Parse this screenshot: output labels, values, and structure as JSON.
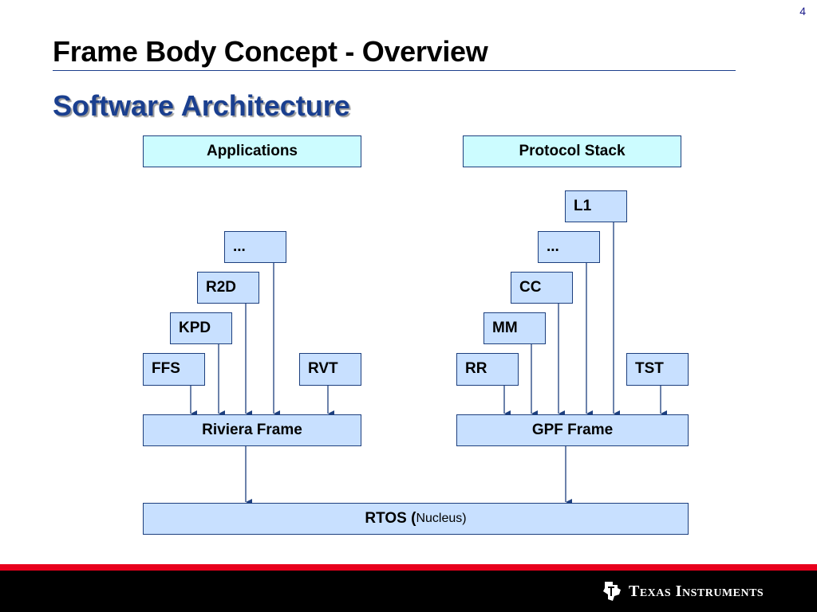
{
  "page_number": "4",
  "title": "Frame Body Concept - Overview",
  "subtitle": "Software Architecture",
  "diagram": {
    "applications_label": "Applications",
    "protocol_stack_label": "Protocol Stack",
    "left_modules": {
      "ellipsis": "...",
      "r2d": "R2D",
      "kpd": "KPD",
      "ffs": "FFS",
      "rvt": "RVT"
    },
    "right_modules": {
      "l1": "L1",
      "ellipsis": "...",
      "cc": "CC",
      "mm": "MM",
      "rr": "RR",
      "tst": "TST"
    },
    "riviera_frame": "Riviera Frame",
    "gpf_frame": "GPF Frame",
    "rtos": {
      "label": "RTOS (",
      "sub": "Nucleus)"
    },
    "colors": {
      "module_fill": "#c8e0ff",
      "header_fill": "#ccfcff",
      "border": "#1d3f7e",
      "arrow": "#1d3f7e"
    }
  },
  "footer": {
    "company": "Texas Instruments",
    "logo_icon": "ti-logo-icon",
    "bar_color": "#e8001c"
  }
}
